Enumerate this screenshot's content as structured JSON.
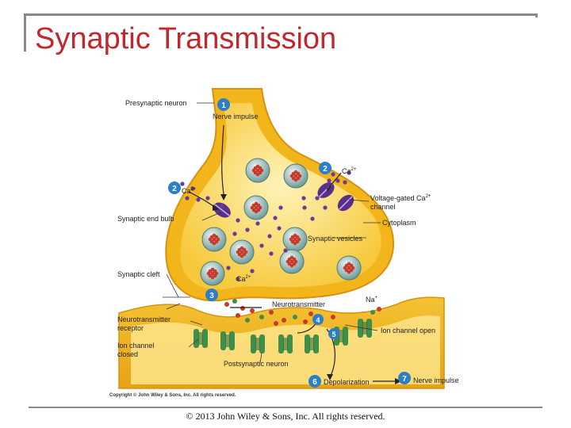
{
  "title": "Synaptic Transmission",
  "labels": {
    "presynaptic_neuron": "Presynaptic neuron",
    "nerve_impulse_1": "Nerve impulse",
    "ca_top": "Ca",
    "ca_left": "Ca",
    "ca_mid": "Ca",
    "charge": "2+",
    "voltage_gated_1": "Voltage-gated Ca",
    "voltage_gated_2": "channel",
    "synaptic_end_bulb": "Synaptic end bulb",
    "cytoplasm": "Cytoplasm",
    "synaptic_vesicles": "Synaptic vesicles",
    "synaptic_cleft": "Synaptic cleft",
    "neurotransmitter": "Neurotransmitter",
    "na": "Na",
    "na_charge": "+",
    "receptor_1": "Neurotransmitter",
    "receptor_2": "receptor",
    "ion_closed_1": "Ion channel",
    "ion_closed_2": "closed",
    "ion_open": "Ion channel open",
    "postsynaptic_neuron": "Postsynaptic neuron",
    "depolarization": "Depolarization",
    "nerve_impulse_7": "Nerve impulse",
    "fig_copyright": "Copyright © John Wiley & Sons, Inc. All rights reserved."
  },
  "steps": [
    "1",
    "2",
    "2",
    "3",
    "4",
    "5",
    "6",
    "7"
  ],
  "colors": {
    "title": "#c0282d",
    "neuron": "#f2b51c",
    "cytoplasm": "#fde48a",
    "step_badge": "#2b7ec9",
    "channel": "#5a2f8a",
    "receptor": "#3f8f4a",
    "vesicle": "#7aa9a6",
    "neurotransmitter": "#c73a2c"
  },
  "footer": "© 2013 John Wiley & Sons, Inc. All rights reserved."
}
